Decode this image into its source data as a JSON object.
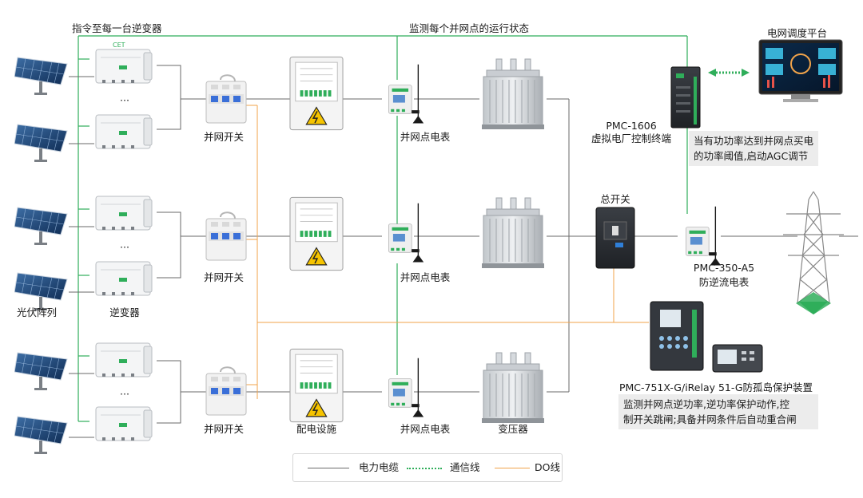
{
  "top": {
    "cmd_label": "指令至每一台逆变器",
    "monitor_label": "监测每个并网点的运行状态",
    "dispatch_label": "电网调度平台"
  },
  "rows": [
    {
      "switch_label": "并网开关",
      "meter_label": "并网点电表"
    },
    {
      "switch_label": "并网开关",
      "meter_label": "并网点电表"
    },
    {
      "switch_label": "并网开关",
      "dist_label": "配电设施",
      "meter_label": "并网点电表",
      "transformer_label": "变压器"
    }
  ],
  "ellipsis": "···",
  "pv_label": "光伏阵列",
  "inverter_label": "逆变器",
  "inverter_brand": "CET",
  "controller": {
    "model": "PMC-1606",
    "name": "虚拟电厂控制终端",
    "note": "当有功功率达到并网点买电\n的功率阈值,启动AGC调节"
  },
  "main_switch_label": "总开关",
  "anti_meter": {
    "model": "PMC-350-A5",
    "name": "防逆流电表"
  },
  "protection": {
    "title": "PMC-751X-G/iRelay 51-G防孤岛保护装置",
    "note": "监测并网点逆功率,逆功率保护动作,控\n制开关跳闸;具备并网条件后自动重合闸"
  },
  "legend": {
    "power": "电力电缆",
    "comm": "通信线",
    "do": "DO线"
  },
  "colors": {
    "power": "#666666",
    "comm": "#2fae5a",
    "do": "#f0a34a"
  }
}
